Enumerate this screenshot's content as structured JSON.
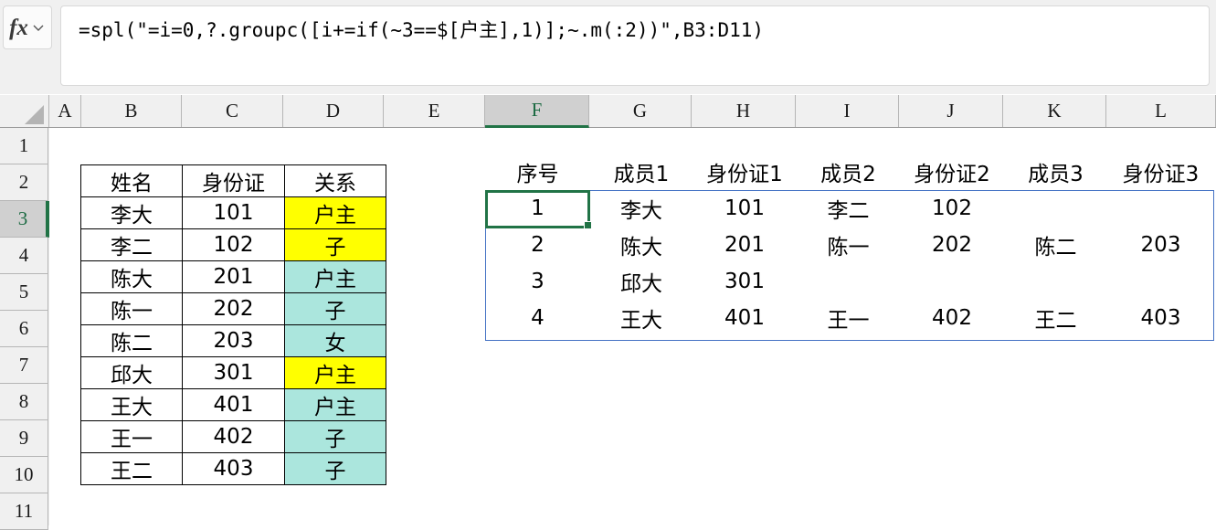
{
  "formula_bar": {
    "fx_label": "fx",
    "dropdown_icon": "chevron-down-icon",
    "formula": "=spl(\"=i=0,?.groupc([i+=if(~3==$[户主],1)];~.m(:2))\",B3:D11)"
  },
  "grid": {
    "columns": [
      "A",
      "B",
      "C",
      "D",
      "E",
      "F",
      "G",
      "H",
      "I",
      "J",
      "K",
      "L"
    ],
    "selected_column": "F",
    "rows": [
      "1",
      "2",
      "3",
      "4",
      "5",
      "6",
      "7",
      "8",
      "9",
      "10",
      "11"
    ],
    "selected_row": "3",
    "active_cell": "F3"
  },
  "source_table": {
    "headers": [
      "姓名",
      "身份证",
      "关系"
    ],
    "rows": [
      {
        "name": "李大",
        "id": "101",
        "relation": "户主",
        "fill": "yellow"
      },
      {
        "name": "李二",
        "id": "102",
        "relation": "子",
        "fill": "yellow"
      },
      {
        "name": "陈大",
        "id": "201",
        "relation": "户主",
        "fill": "cyan"
      },
      {
        "name": "陈一",
        "id": "202",
        "relation": "子",
        "fill": "cyan"
      },
      {
        "name": "陈二",
        "id": "203",
        "relation": "女",
        "fill": "cyan"
      },
      {
        "name": "邱大",
        "id": "301",
        "relation": "户主",
        "fill": "yellow"
      },
      {
        "name": "王大",
        "id": "401",
        "relation": "户主",
        "fill": "cyan"
      },
      {
        "name": "王一",
        "id": "402",
        "relation": "子",
        "fill": "cyan"
      },
      {
        "name": "王二",
        "id": "403",
        "relation": "子",
        "fill": "cyan"
      }
    ]
  },
  "result_table": {
    "headers": [
      "序号",
      "成员1",
      "身份证1",
      "成员2",
      "身份证2",
      "成员3",
      "身份证3"
    ],
    "rows": [
      {
        "seq": "1",
        "m1": "李大",
        "id1": "101",
        "m2": "李二",
        "id2": "102",
        "m3": "",
        "id3": ""
      },
      {
        "seq": "2",
        "m1": "陈大",
        "id1": "201",
        "m2": "陈一",
        "id2": "202",
        "m3": "陈二",
        "id3": "203"
      },
      {
        "seq": "3",
        "m1": "邱大",
        "id1": "301",
        "m2": "",
        "id2": "",
        "m3": "",
        "id3": ""
      },
      {
        "seq": "4",
        "m1": "王大",
        "id1": "401",
        "m2": "王一",
        "id2": "402",
        "m3": "王二",
        "id3": "403"
      }
    ]
  },
  "colors": {
    "fill_yellow": "#ffff00",
    "fill_cyan": "#abe6dd",
    "selection_green": "#217346",
    "spill_border_blue": "#4472c4",
    "header_gray": "#f0f0f0"
  }
}
